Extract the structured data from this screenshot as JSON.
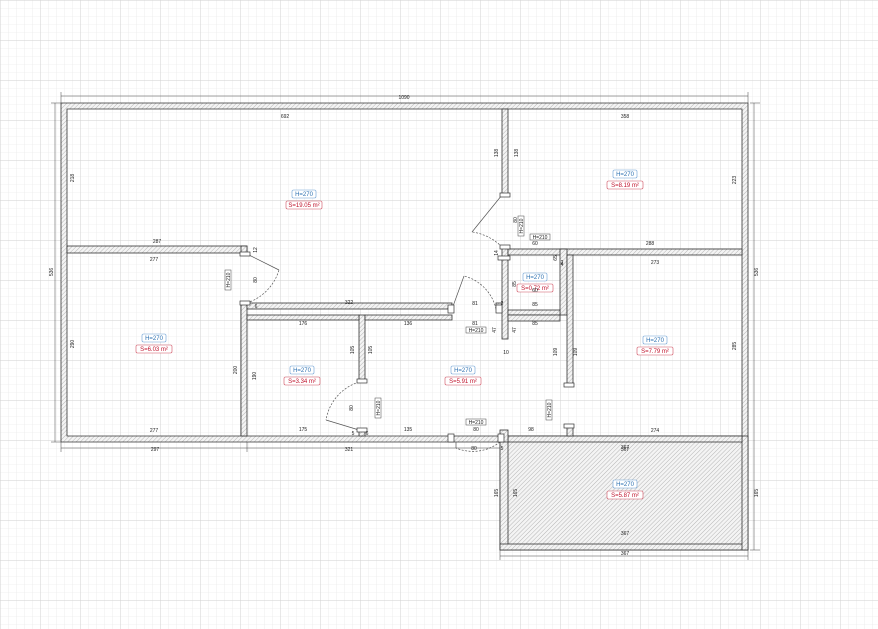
{
  "plan": {
    "overall_dims": {
      "top_width": "1090",
      "bottom_segments": [
        "297",
        "321",
        "367"
      ],
      "left_height": "536",
      "right_height": "536",
      "right_bottom_height": "165"
    },
    "rooms": [
      {
        "id": "living",
        "height": "H=270",
        "area": "S=19.05 m²"
      },
      {
        "id": "bedroom-ne",
        "height": "H=270",
        "area": "S=8.19 m²"
      },
      {
        "id": "closet",
        "height": "H=270",
        "area": "S=0.72 m²"
      },
      {
        "id": "room-w",
        "height": "H=270",
        "area": "S=6.03 m²"
      },
      {
        "id": "bath",
        "height": "H=270",
        "area": "S=3.34 m²"
      },
      {
        "id": "hall",
        "height": "H=270",
        "area": "S=5.91 m²"
      },
      {
        "id": "room-e",
        "height": "H=270",
        "area": "S=7.79 m²"
      },
      {
        "id": "room-se",
        "height": "H=270",
        "area": "S=5.87 m²"
      }
    ],
    "door_heights": [
      "H=210",
      "H=210",
      "H=210",
      "H=210",
      "H=210",
      "H=210",
      "H=210"
    ],
    "inner_dims": [
      "692",
      "218",
      "287",
      "277",
      "12",
      "80",
      "290",
      "277",
      "358",
      "223",
      "288",
      "138",
      "138",
      "60",
      "80",
      "14",
      "60",
      "4",
      "65",
      "85",
      "85",
      "273",
      "285",
      "274",
      "322",
      "81",
      "2",
      "176",
      "136",
      "81",
      "47",
      "47",
      "85",
      "10",
      "105",
      "105",
      "200",
      "190",
      "175",
      "6",
      "135",
      "5",
      "80",
      "80",
      "80",
      "98",
      "109",
      "109",
      "367",
      "165",
      "165",
      "367",
      "367",
      "6",
      "5",
      "2"
    ]
  }
}
